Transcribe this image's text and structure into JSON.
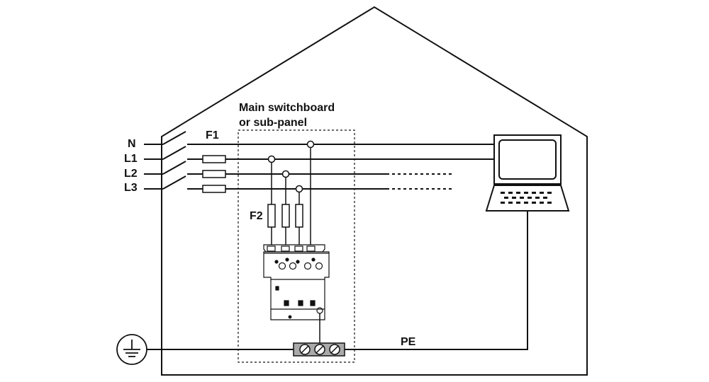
{
  "panel": {
    "title_line1": "Main switchboard",
    "title_line2": "or sub-panel"
  },
  "lines": {
    "n": "N",
    "l1": "L1",
    "l2": "L2",
    "l3": "L3"
  },
  "fuses": {
    "f1": "F1",
    "f2": "F2"
  },
  "earth": {
    "pe": "PE"
  },
  "colors": {
    "stroke": "#111111",
    "background": "#ffffff",
    "device_fill": "#ffffff",
    "terminal_fill": "#aaaaaa",
    "screen_fill": "#ffffff"
  },
  "icons": {
    "earth": "earth-ground-symbol-icon",
    "computer": "computer-terminal-icon",
    "surge_protector": "surge-protective-device-icon",
    "terminal_block": "terminal-block-icon"
  }
}
